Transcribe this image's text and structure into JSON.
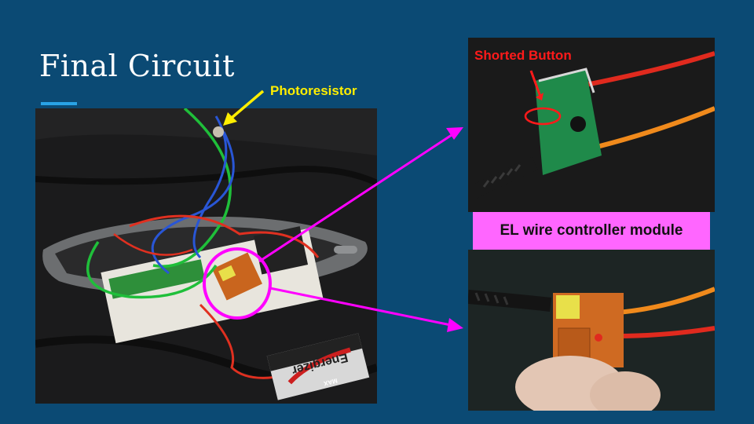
{
  "slide": {
    "title": "Final Circuit",
    "labels": {
      "photoresistor": "Photoresistor",
      "shorted_button": "Shorted Button",
      "controller_module": "EL wire controller module"
    },
    "battery_brand": "Energizer",
    "battery_sub": "MAX"
  },
  "colors": {
    "background": "#0b4a74",
    "accent_underline": "#29a3e6",
    "photoresistor_label": "#ffee00",
    "shorted_label": "#ff1a1a",
    "callout_box": "#ff66ff",
    "callout_arrow": "#ff00ff"
  }
}
